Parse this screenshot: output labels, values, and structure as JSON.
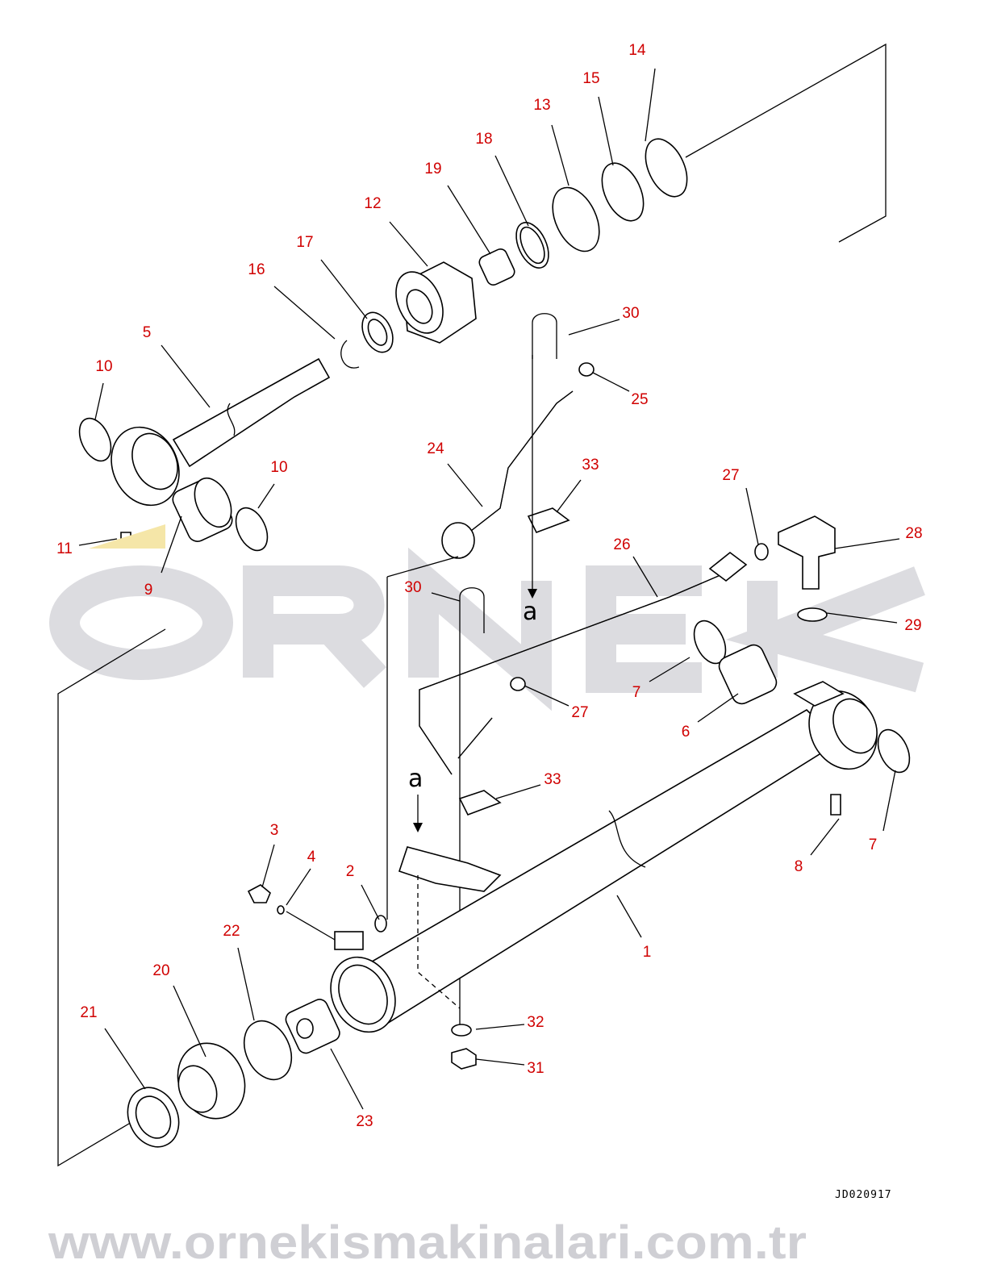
{
  "diagram": {
    "drawing_code": "JD020917",
    "watermark": {
      "brand": "ORNEK",
      "url": "www.ornekismakinalari.com.tr"
    },
    "view_markers": [
      "a",
      "a"
    ],
    "callouts": [
      "14",
      "15",
      "13",
      "18",
      "19",
      "12",
      "17",
      "16",
      "5",
      "10",
      "10",
      "11",
      "9",
      "30",
      "25",
      "24",
      "33",
      "27",
      "28",
      "26",
      "30",
      "29",
      "7",
      "27",
      "6",
      "33",
      "7",
      "8",
      "3",
      "4",
      "2",
      "1",
      "22",
      "20",
      "21",
      "23",
      "32",
      "31"
    ]
  }
}
